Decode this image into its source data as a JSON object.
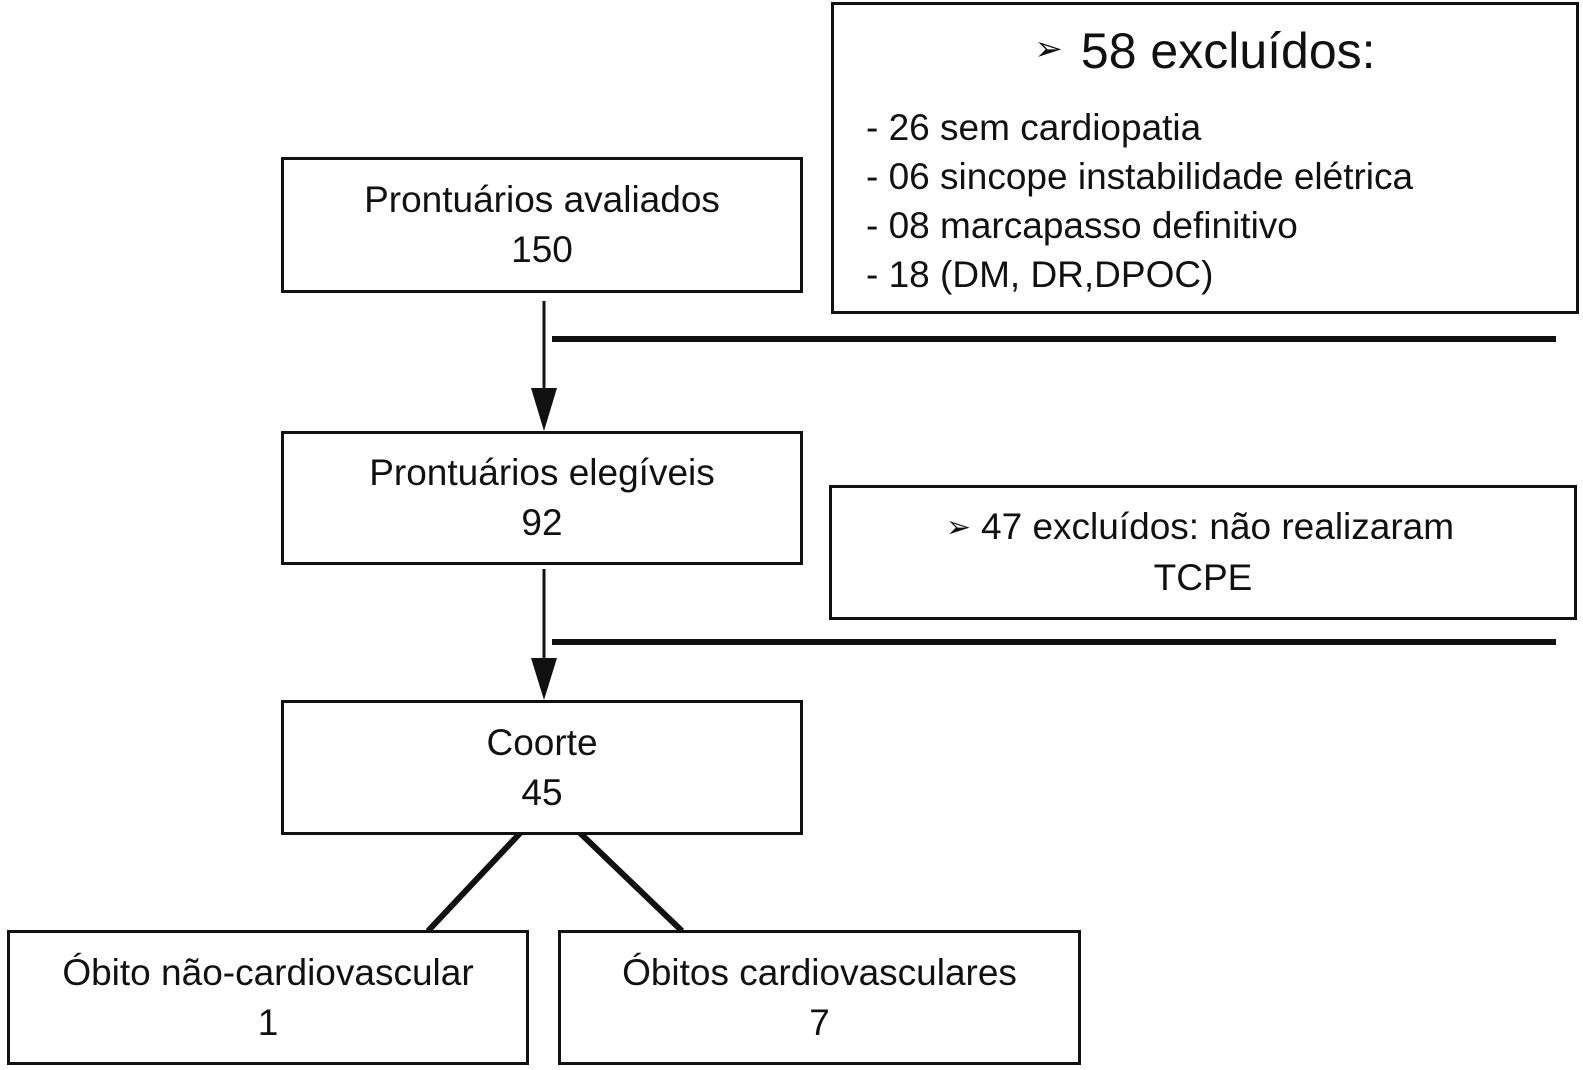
{
  "flowchart": {
    "assessed": {
      "label": "Prontuários avaliados",
      "count": "150"
    },
    "exclusion_1": {
      "title": "58 excluídos:",
      "items": [
        "- 26 sem cardiopatia",
        "- 06 sincope instabilidade elétrica",
        "- 08 marcapasso definitivo",
        "- 18 (DM, DR,DPOC)"
      ]
    },
    "eligible": {
      "label": "Prontuários elegíveis",
      "count": "92"
    },
    "exclusion_2": {
      "line1": "47 excluídos: não realizaram",
      "line2": "TCPE"
    },
    "cohort": {
      "label": "Coorte",
      "count": "45"
    },
    "outcome_noncv": {
      "label": "Óbito não-cardiovascular",
      "count": "1"
    },
    "outcome_cv": {
      "label": "Óbitos cardiovasculares",
      "count": "7"
    }
  },
  "icons": {
    "bullet": "arrowhead-bullet-icon"
  },
  "colors": {
    "stroke": "#111111",
    "background": "#ffffff"
  }
}
